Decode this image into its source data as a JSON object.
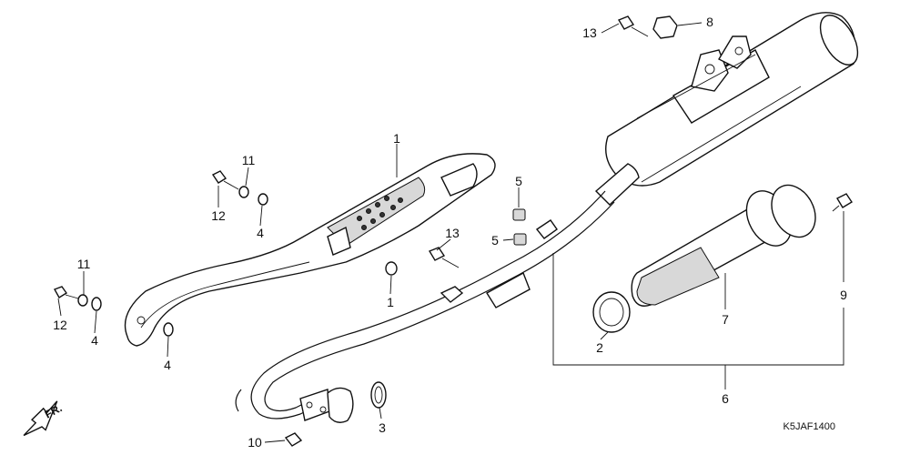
{
  "diagram_code": "K5JAF1400",
  "direction_label": "FR.",
  "callouts": {
    "c1": "1",
    "c1b": "1",
    "c2": "2",
    "c3": "3",
    "c4a": "4",
    "c4b": "4",
    "c4c": "4",
    "c5a": "5",
    "c5b": "5",
    "c6": "6",
    "c7": "7",
    "c8": "8",
    "c9": "9",
    "c10": "10",
    "c11a": "11",
    "c11b": "11",
    "c12a": "12",
    "c12b": "12",
    "c13a": "13",
    "c13b": "13"
  }
}
